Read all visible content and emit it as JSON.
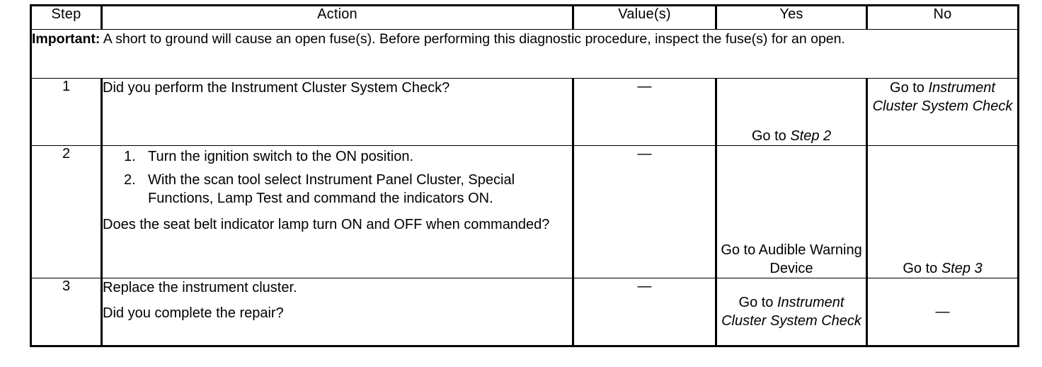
{
  "table": {
    "headers": [
      "Step",
      "Action",
      "Value(s)",
      "Yes",
      "No"
    ],
    "note": {
      "label": "Important:",
      "text": " A short to ground will cause an open fuse(s). Before performing this diagnostic procedure, inspect the fuse(s) for an open."
    },
    "rows": [
      {
        "step": "1",
        "action_text": "Did you perform the Instrument Cluster System Check?",
        "value": "—",
        "yes_prefix": "Go to ",
        "yes_italic": "Step 2",
        "no_prefix": "Go to ",
        "no_italic": "Instrument Cluster System Check"
      },
      {
        "step": "2",
        "substeps": [
          "Turn the ignition switch to the ON position.",
          "With the scan tool select Instrument Panel Cluster, Special Functions, Lamp Test and command the indicators ON."
        ],
        "question": "Does the seat belt indicator lamp turn ON and OFF when commanded?",
        "value": "—",
        "yes_prefix": "Go to Audible Warning Device",
        "yes_italic": "",
        "no_prefix": "Go to ",
        "no_italic": "Step 3"
      },
      {
        "step": "3",
        "action_line_1": "Replace the instrument cluster.",
        "action_line_2": "Did you complete the repair?",
        "value": "—",
        "yes_prefix": "Go to ",
        "yes_italic": "Instrument Cluster System Check",
        "no_prefix": "—",
        "no_italic": ""
      }
    ]
  }
}
